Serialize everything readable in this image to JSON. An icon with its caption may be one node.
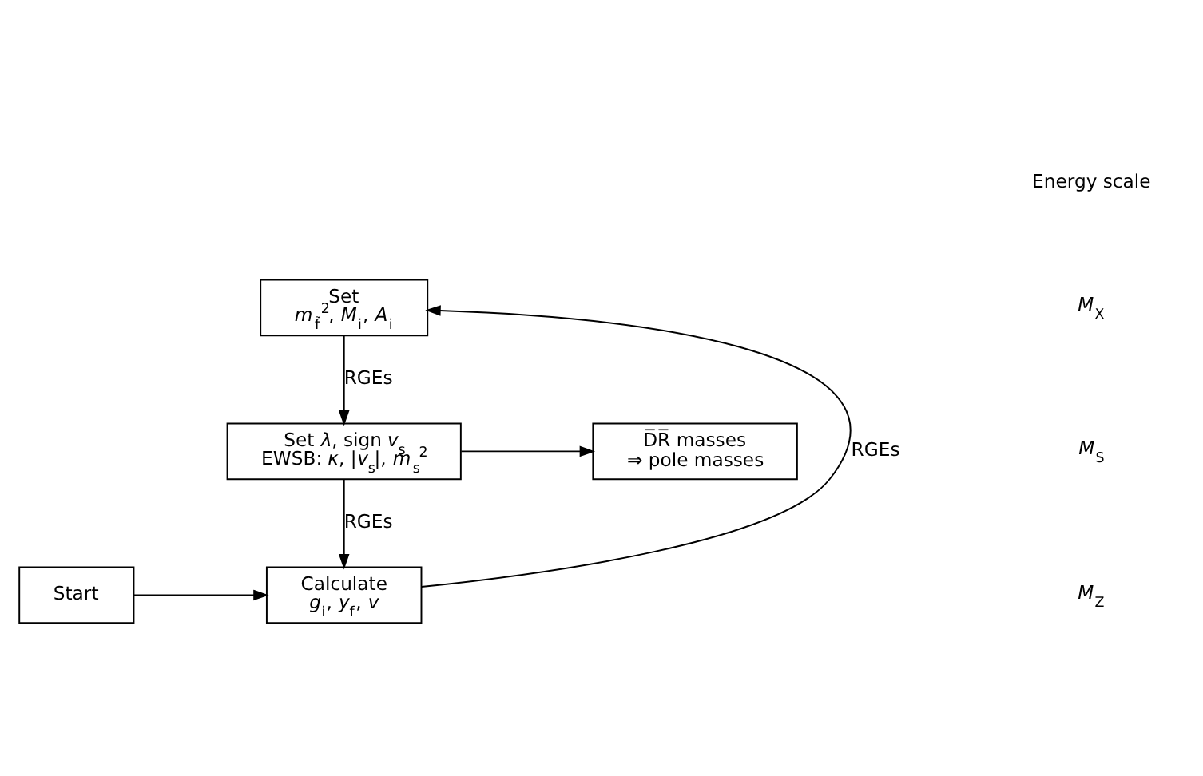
{
  "diagram": {
    "nodes": [
      {
        "text": [
          "Set",
          "*m*$_{f̃}$$^{2}$, *M*$_{i}$, *A*$_{i}$"
        ]
      },
      {
        "text": [
          "Set *λ*, sign *v*$_{s}$",
          "EWSB: *κ*, |*v*$_{s}$|, *m*$_{s}$$^{2}$"
        ]
      },
      {
        "text": [
          "D̅R̅ masses",
          "⇒ pole masses"
        ]
      },
      {
        "text": [
          "Start"
        ]
      },
      {
        "text": [
          "Calculate",
          "*g*$_{i}$, *y*$_{f}$, *v*"
        ]
      }
    ],
    "edges": [
      {
        "from": 3,
        "to": 4,
        "arrow": "to"
      },
      {
        "from": 4,
        "to": 0,
        "arrow": "to",
        "label": "RGEs"
      },
      {
        "from": 0,
        "to": 1,
        "arrow": "to",
        "label": "RGEs"
      },
      {
        "from": 1,
        "to": 2,
        "arrow": "to"
      },
      {
        "from": 1,
        "to": 4,
        "arrow": "to",
        "label": "RGEs"
      }
    ],
    "labels": [
      "Energy scale",
      "*M*$_{X}$",
      "*M*$_{S}$",
      "*M*$_{Z}$"
    ]
  }
}
